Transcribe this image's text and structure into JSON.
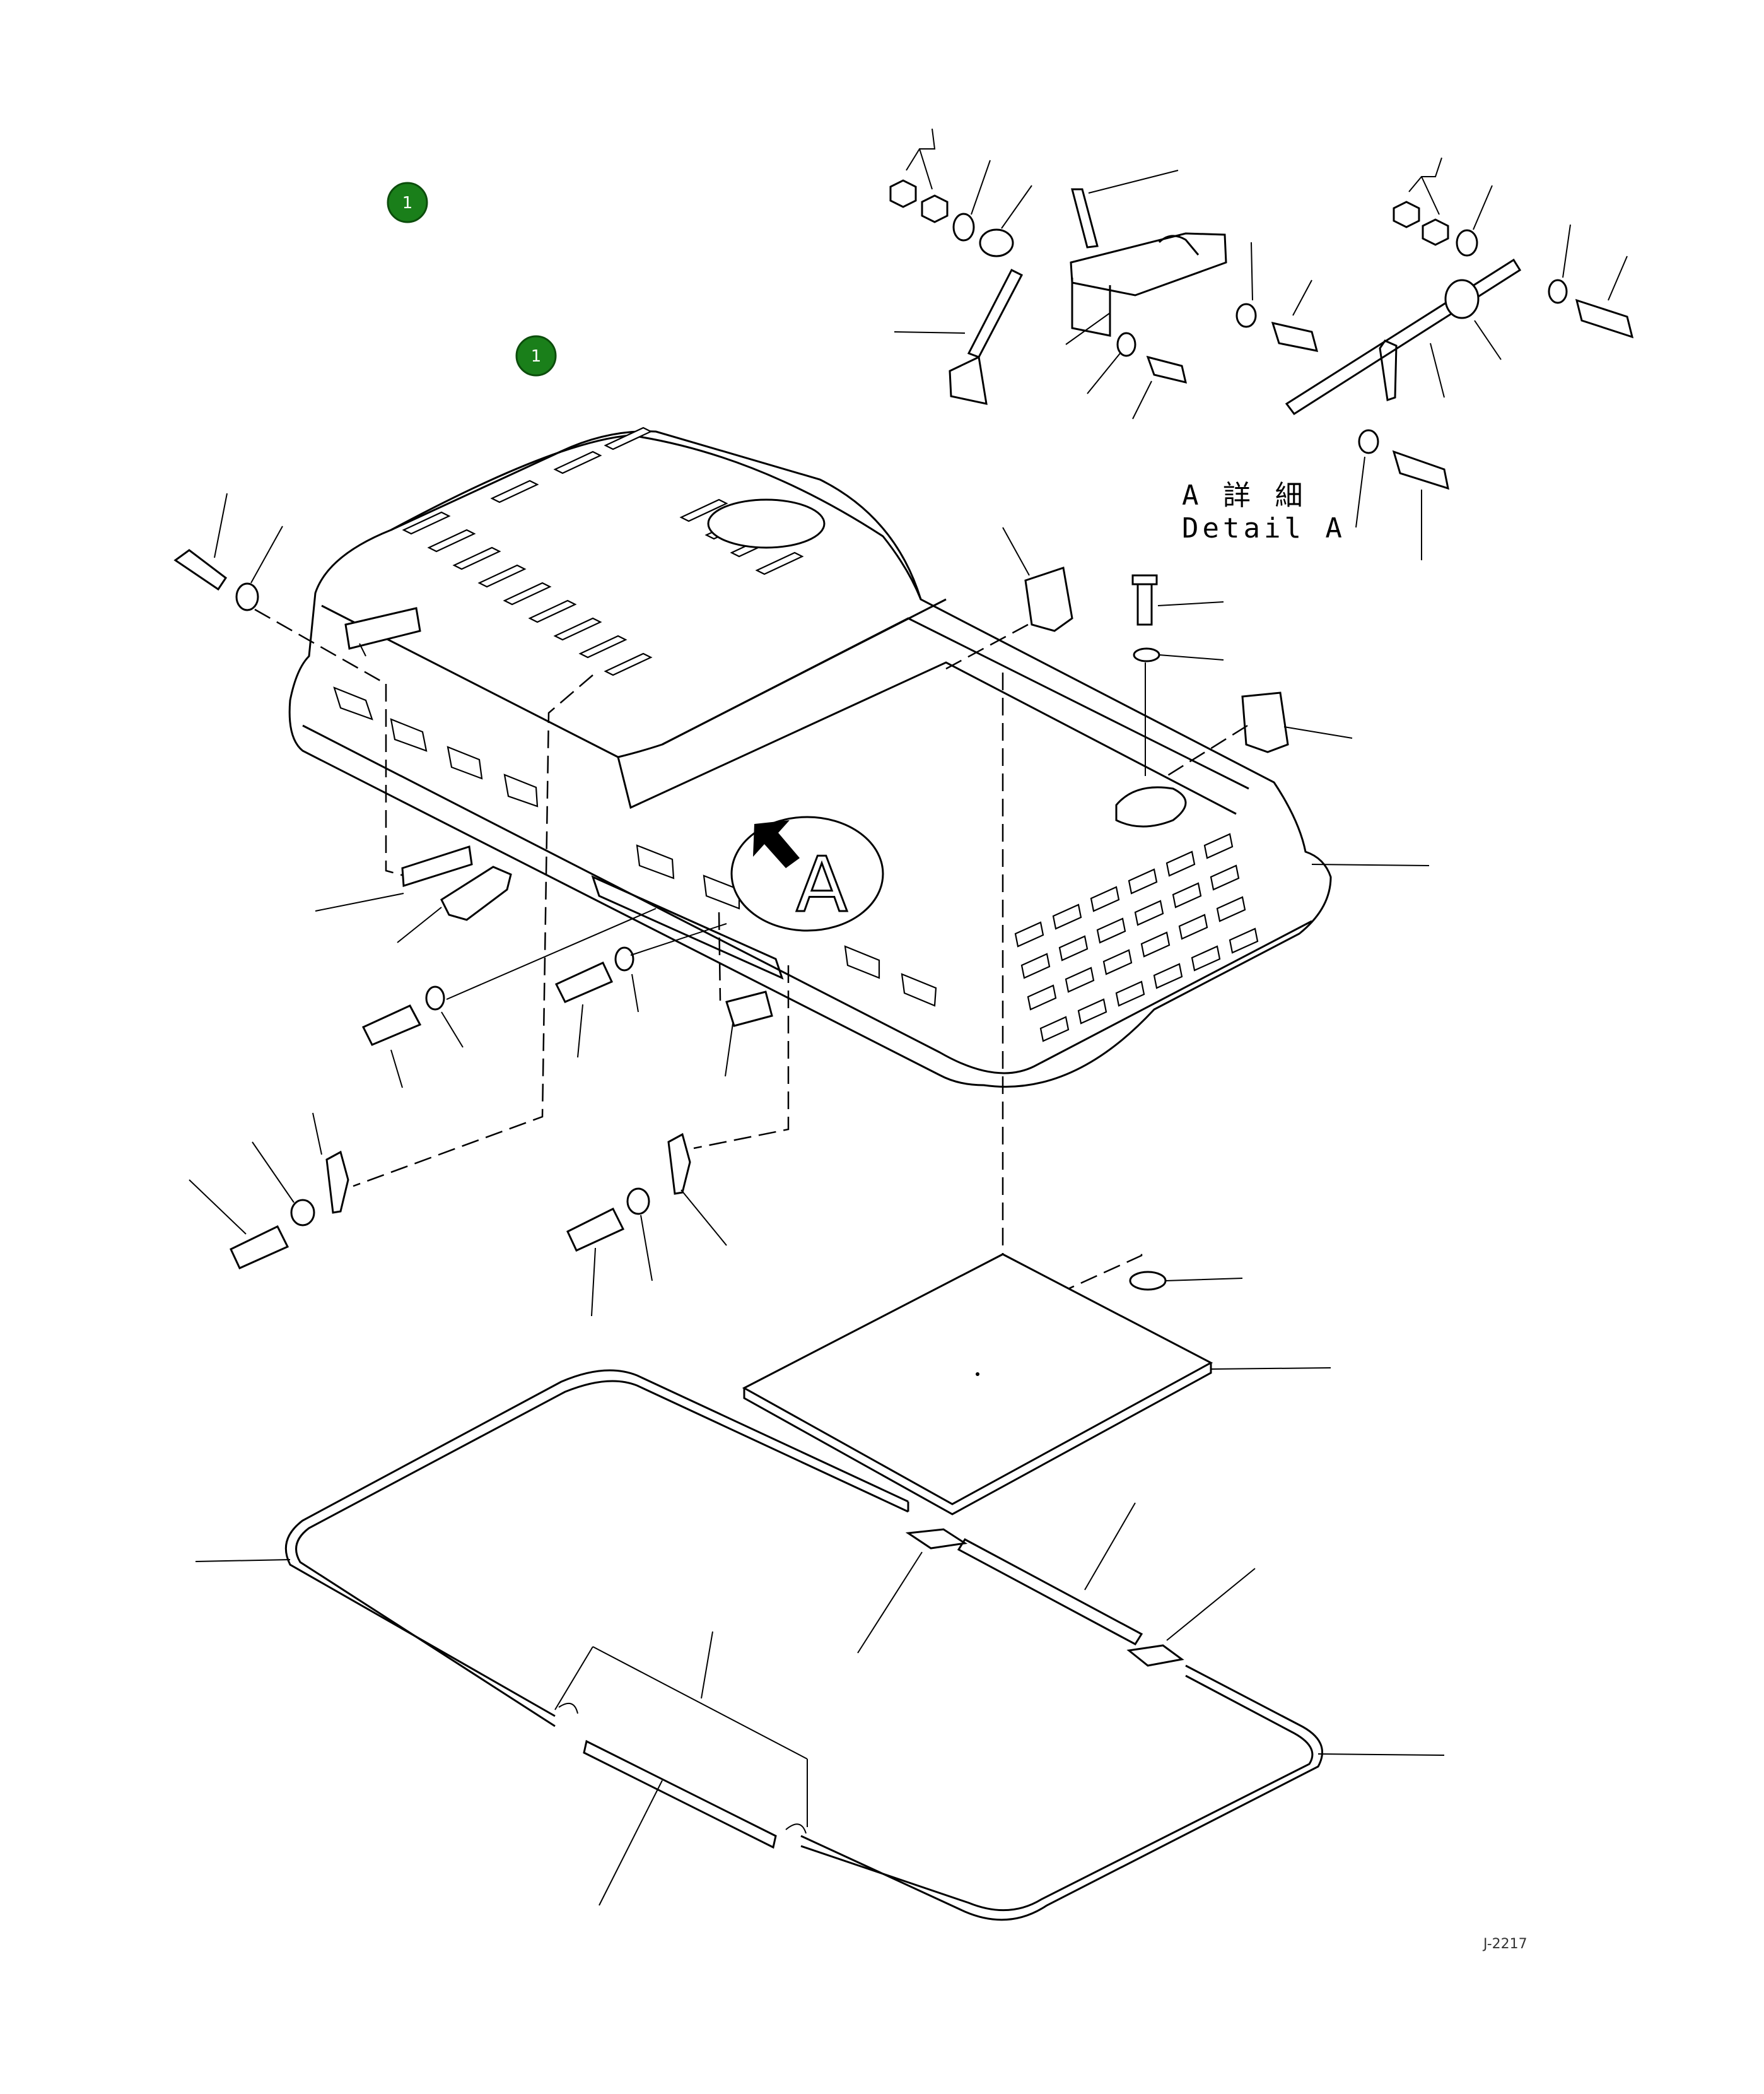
{
  "markers": [
    {
      "id": "marker-1a",
      "label": "1"
    },
    {
      "id": "marker-1b",
      "label": "1"
    }
  ],
  "detail": {
    "line1": "A 詳 細",
    "line2": "Detail A"
  },
  "view_arrow_letter": "A",
  "drawing_code": "J-2217",
  "colors": {
    "marker_fill": "#1a7f1a",
    "line": "#000000",
    "background": "#ffffff"
  }
}
